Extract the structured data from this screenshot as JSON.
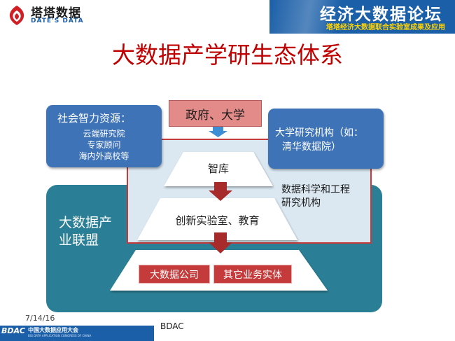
{
  "header": {
    "brand_cn": "塔塔数据",
    "brand_en": "DATE'S DATA",
    "forum_title": "经济大数据论坛",
    "forum_subtitle": "塔塔经济大数据联合实验室成果及应用"
  },
  "slide": {
    "title": "大数据产学研生态体系"
  },
  "diagram": {
    "gov_box": "政府、大学",
    "social_box": {
      "title": "社会智力资源：",
      "items": [
        "云端研究院",
        "专家顾问",
        "海内外高校等"
      ]
    },
    "university_box": {
      "line1": "大学研究机构（如：",
      "line2": "清华数据院）"
    },
    "alliance_label": "大数据产业联盟",
    "tier1": "智库",
    "tier2": "创新实验室、教育",
    "tier3_buttons": [
      "大数据公司",
      "其它业务实体"
    ],
    "side_note_lines": [
      "数据科学和工程",
      "研究机构"
    ]
  },
  "footer": {
    "date": "7/14/16",
    "label": "BDAC",
    "badge": "BDAC",
    "congress_cn": "中国大数据应用大会",
    "congress_en": "BIG DATA APPLICATION CONGRESS OF CHINA"
  },
  "colors": {
    "title_red": "#c00000",
    "teal": "#2a7f96",
    "blue_box": "#3e73b8",
    "arrow_red": "#a82b2b",
    "pink": "#e38b88",
    "header_blue": "#1b5fa8"
  }
}
